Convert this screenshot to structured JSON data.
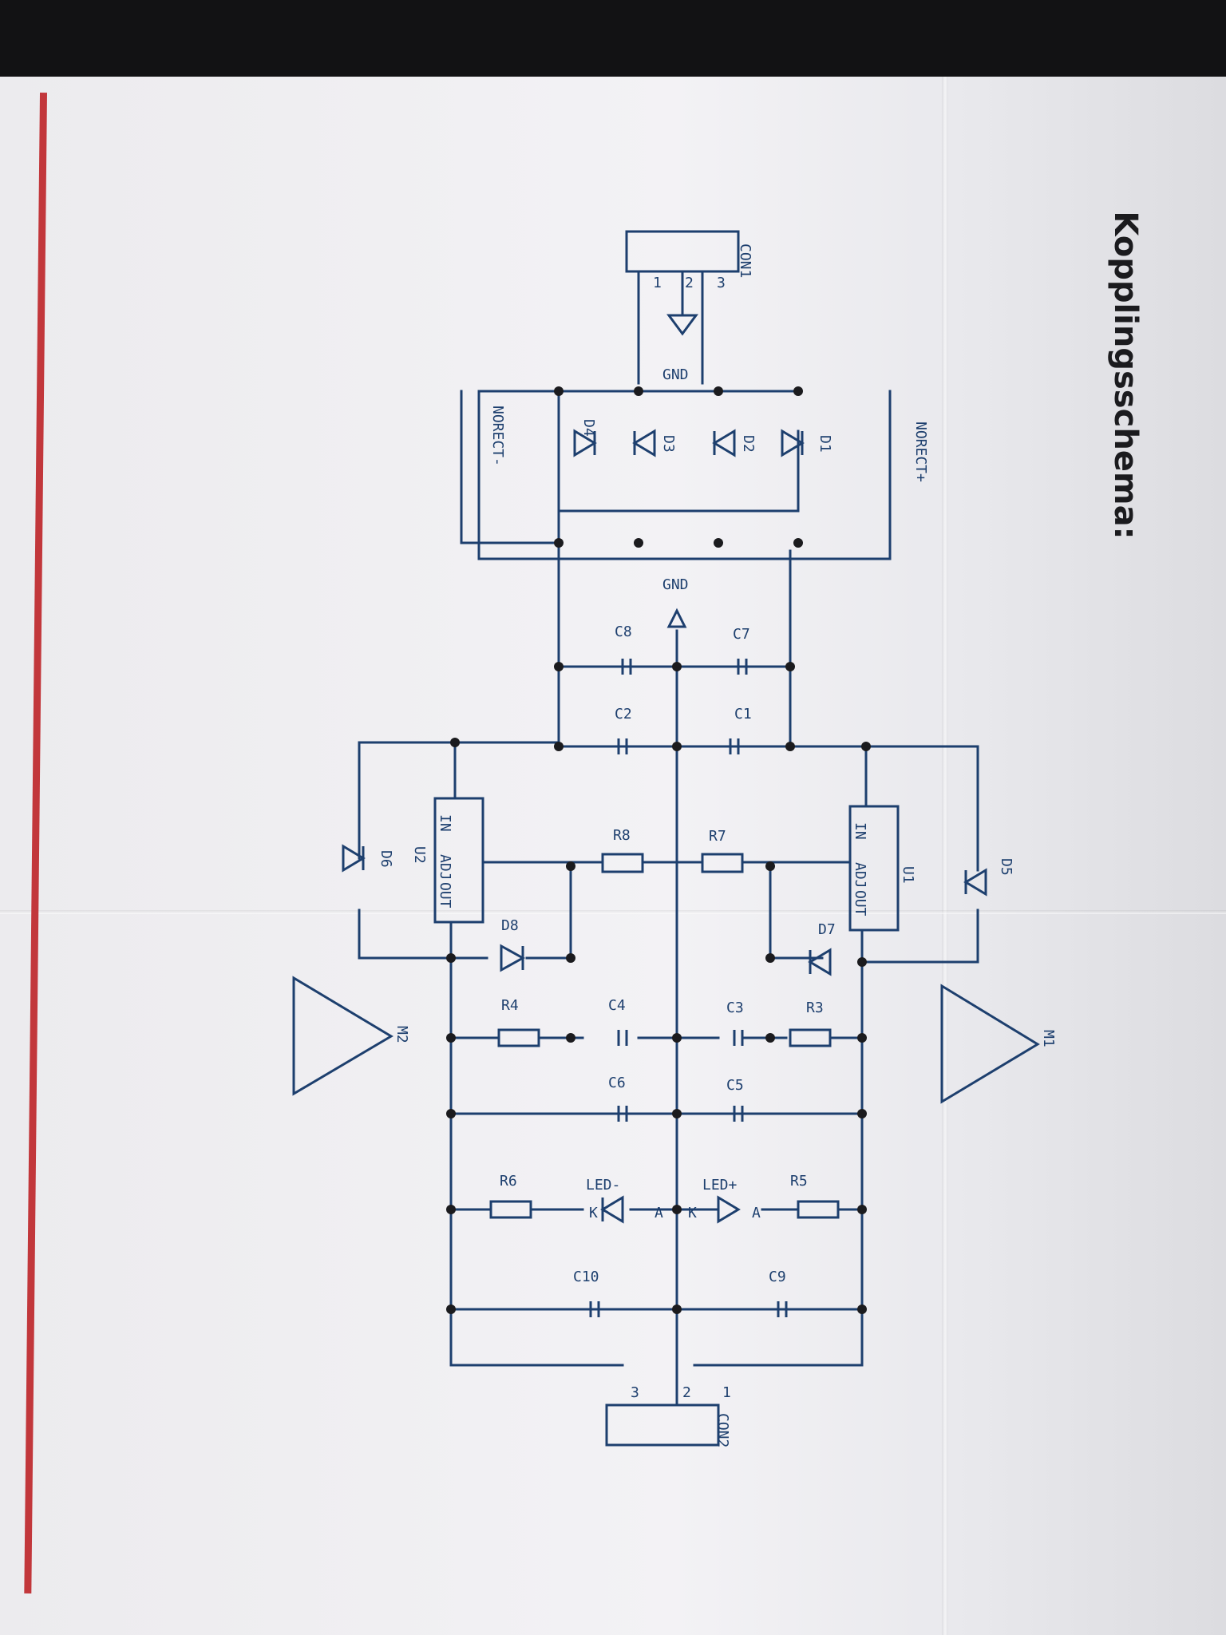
{
  "title": "Kopplingsschema:",
  "colors": {
    "paper": "#f1f0f3",
    "background": "#121214",
    "margin_line": "#c2373b",
    "ink": "#1d3f6e"
  },
  "schematic": {
    "connectors": [
      "CON1",
      "CON2"
    ],
    "regulators": [
      "U1",
      "U2"
    ],
    "regulator_pins": [
      "IN",
      "ADJ",
      "OUT"
    ],
    "diodes": [
      "D1",
      "D2",
      "D3",
      "D4",
      "D5",
      "D6",
      "D7",
      "D8"
    ],
    "capacitors": [
      "C1",
      "C2",
      "C3",
      "C4",
      "C5",
      "C6",
      "C7",
      "C8",
      "C9",
      "C10"
    ],
    "resistors": [
      "R3",
      "R4",
      "R5",
      "R6"
    ],
    "potentiometers": [
      "R7",
      "R8"
    ],
    "leds": [
      "LED+",
      "LED-"
    ],
    "jumpers": [
      "NORECT+",
      "NORECT-"
    ],
    "heatsinks": [
      "M1",
      "M2"
    ],
    "ground_labels": [
      "GND",
      "GND"
    ],
    "pin_numbers": [
      "1",
      "2",
      "3"
    ],
    "led_pins": [
      "A",
      "K"
    ]
  }
}
